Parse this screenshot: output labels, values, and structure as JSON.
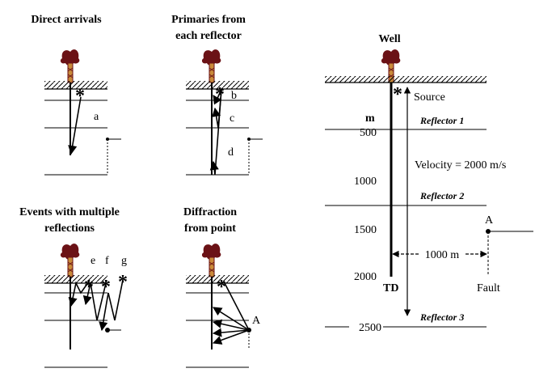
{
  "panels": {
    "direct": {
      "title_line1": "Direct arrivals",
      "label_a": "a"
    },
    "primaries": {
      "title_line1": "Primaries from",
      "title_line2": "each reflector",
      "label_b": "b",
      "label_c": "c",
      "label_d": "d"
    },
    "multiples": {
      "title_line1": "Events with multiple",
      "title_line2": "reflections",
      "label_e": "e",
      "label_f": "f",
      "label_g": "g"
    },
    "diffraction": {
      "title_line1": "Diffraction",
      "title_line2": "from point",
      "label_a": "A"
    }
  },
  "main": {
    "well_title": "Well",
    "source_label": "Source",
    "depth_unit": "m",
    "depth_ticks": [
      "500",
      "1000",
      "1500",
      "2000",
      "2500"
    ],
    "reflector_1": "Reflector 1",
    "reflector_2": "Reflector 2",
    "reflector_3": "Reflector 3",
    "velocity_label": "Velocity = 2000 m/s",
    "point_label": "A",
    "offset_label": "1000 m",
    "fault_label": "Fault",
    "td_label": "TD"
  },
  "symbols": {
    "source_star": "*"
  },
  "colors": {
    "derrick_top": "#6b1216",
    "derrick_body": "#c98a3a",
    "line": "#000000"
  }
}
